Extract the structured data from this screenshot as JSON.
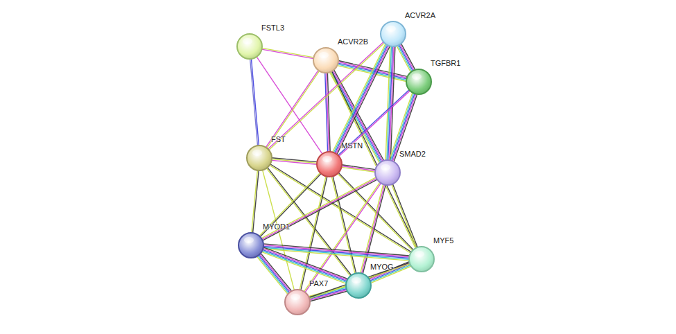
{
  "diagram": {
    "nodes": [
      {
        "text": [
          "FSTL3"
        ]
      },
      {
        "text": [
          "ACVR2B"
        ]
      },
      {
        "text": [
          "ACVR2A"
        ]
      },
      {
        "text": [
          "TGFBR1"
        ]
      },
      {
        "text": [
          "FST"
        ]
      },
      {
        "text": [
          "MSTN"
        ]
      },
      {
        "text": [
          "SMAD2"
        ]
      },
      {
        "text": [
          "MYOD1"
        ]
      },
      {
        "text": [
          "MYF5"
        ]
      },
      {
        "text": [
          "MYOG"
        ]
      },
      {
        "text": [
          "PAX7"
        ]
      }
    ],
    "edges": [
      {
        "from": 0,
        "to": 1,
        "arrow": "none"
      },
      {
        "from": 0,
        "to": 5,
        "arrow": "none"
      },
      {
        "from": 0,
        "to": 4,
        "arrow": "none"
      },
      {
        "from": 1,
        "to": 3,
        "arrow": "none"
      },
      {
        "from": 1,
        "to": 6,
        "arrow": "none"
      },
      {
        "from": 1,
        "to": 5,
        "arrow": "none"
      },
      {
        "from": 1,
        "to": 4,
        "arrow": "none"
      },
      {
        "from": 1,
        "to": 8,
        "arrow": "none"
      },
      {
        "from": 2,
        "to": 3,
        "arrow": "none"
      },
      {
        "from": 2,
        "to": 6,
        "arrow": "none"
      },
      {
        "from": 2,
        "to": 5,
        "arrow": "none"
      },
      {
        "from": 2,
        "to": 4,
        "arrow": "none"
      },
      {
        "from": 3,
        "to": 6,
        "arrow": "none"
      },
      {
        "from": 3,
        "to": 5,
        "arrow": "none"
      },
      {
        "from": 4,
        "to": 5,
        "arrow": "none"
      },
      {
        "from": 4,
        "to": 7,
        "arrow": "none"
      },
      {
        "from": 4,
        "to": 9,
        "arrow": "none"
      },
      {
        "from": 4,
        "to": 8,
        "arrow": "none"
      },
      {
        "from": 4,
        "to": 10,
        "arrow": "none"
      },
      {
        "from": 5,
        "to": 6,
        "arrow": "none"
      },
      {
        "from": 5,
        "to": 7,
        "arrow": "none"
      },
      {
        "from": 5,
        "to": 9,
        "arrow": "none"
      },
      {
        "from": 5,
        "to": 10,
        "arrow": "none"
      },
      {
        "from": 5,
        "to": 8,
        "arrow": "none"
      },
      {
        "from": 6,
        "to": 7,
        "arrow": "none"
      },
      {
        "from": 6,
        "to": 9,
        "arrow": "none"
      },
      {
        "from": 6,
        "to": 10,
        "arrow": "none"
      },
      {
        "from": 6,
        "to": 8,
        "arrow": "none"
      },
      {
        "from": 7,
        "to": 8,
        "arrow": "none"
      },
      {
        "from": 7,
        "to": 9,
        "arrow": "none"
      },
      {
        "from": 7,
        "to": 10,
        "arrow": "none"
      },
      {
        "from": 9,
        "to": 8,
        "arrow": "none"
      },
      {
        "from": 9,
        "to": 10,
        "arrow": "none"
      },
      {
        "from": 10,
        "to": 8,
        "arrow": "none"
      }
    ]
  }
}
